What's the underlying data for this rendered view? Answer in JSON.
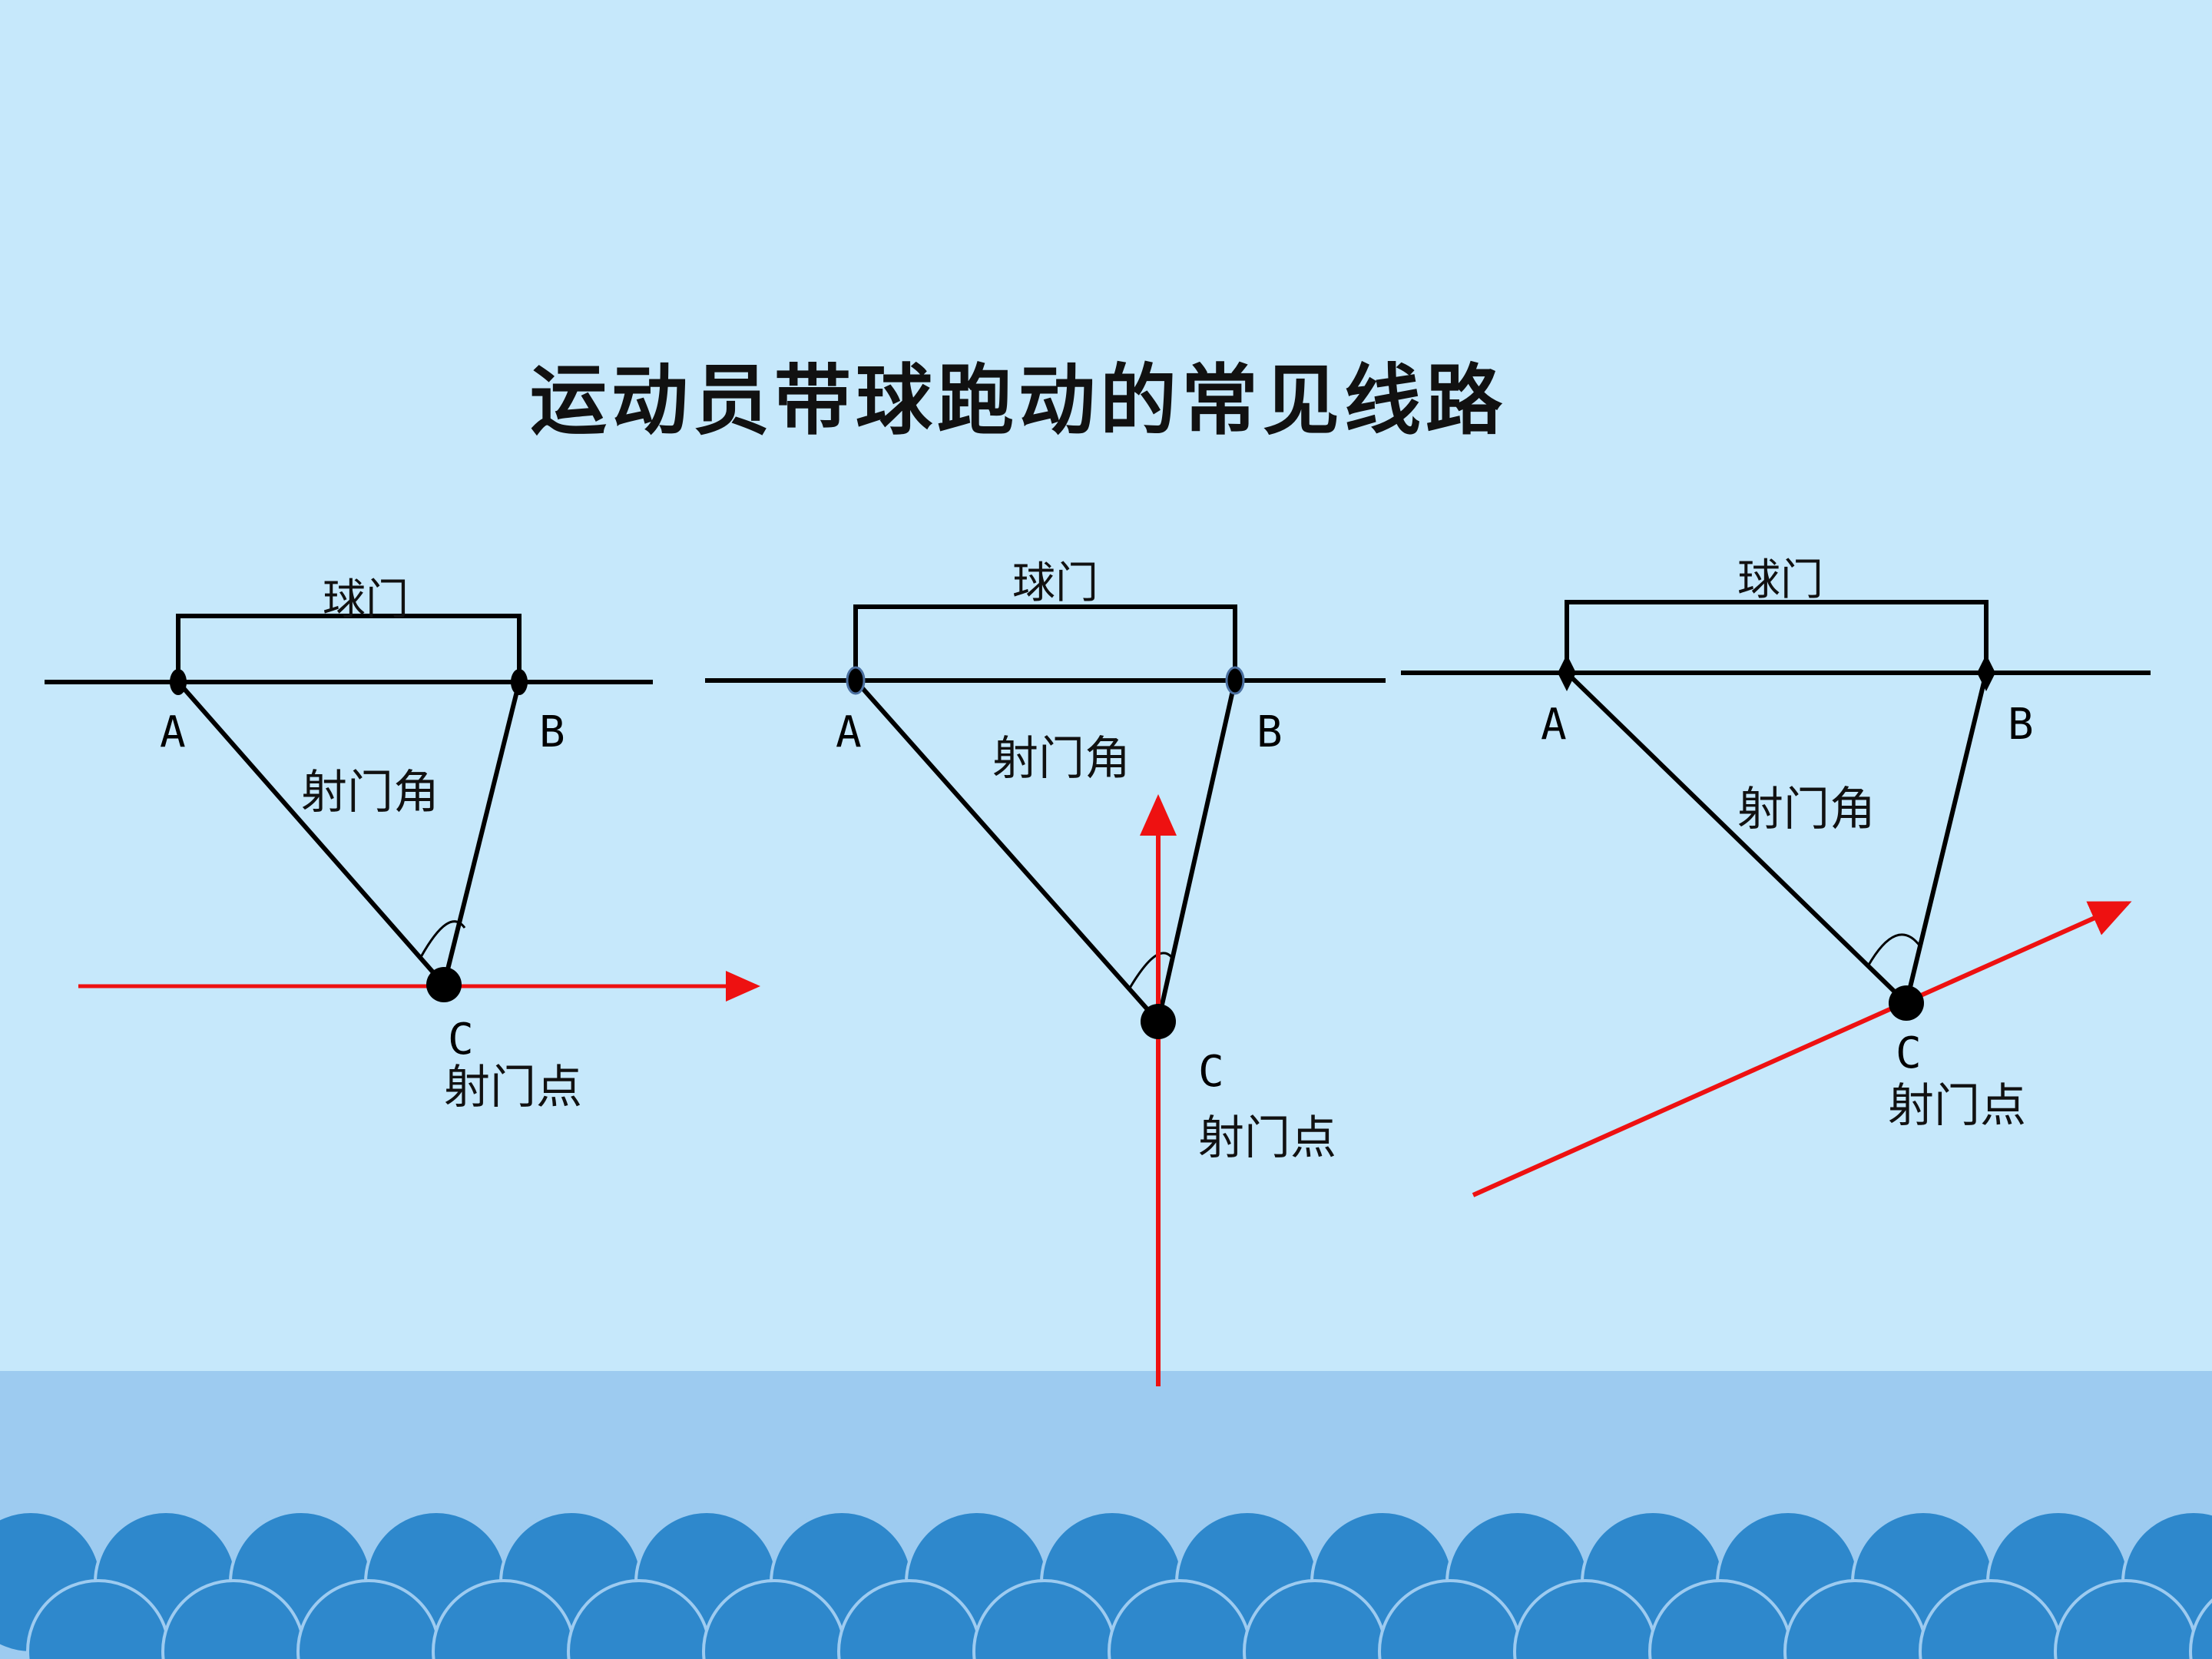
{
  "slide": {
    "title": "运动员带球跑动的常见线路",
    "background_color": "#c6e8fb",
    "footer_band_color": "#9dcbf0",
    "wave_color": "#2e88cc"
  },
  "diagrams": [
    {
      "goal_label": "球门",
      "point_a": "A",
      "point_b": "B",
      "point_c": "C",
      "angle_label": "射门角",
      "shot_point_label": "射门点",
      "run_direction": "horizontal"
    },
    {
      "goal_label": "球门",
      "point_a": "A",
      "point_b": "B",
      "point_c": "C",
      "angle_label": "射门角",
      "shot_point_label": "射门点",
      "run_direction": "vertical"
    },
    {
      "goal_label": "球门",
      "point_a": "A",
      "point_b": "B",
      "point_c": "C",
      "angle_label": "射门角",
      "shot_point_label": "射门点",
      "run_direction": "diagonal"
    }
  ],
  "colors": {
    "line": "#000000",
    "run_path": "#ee1111"
  }
}
